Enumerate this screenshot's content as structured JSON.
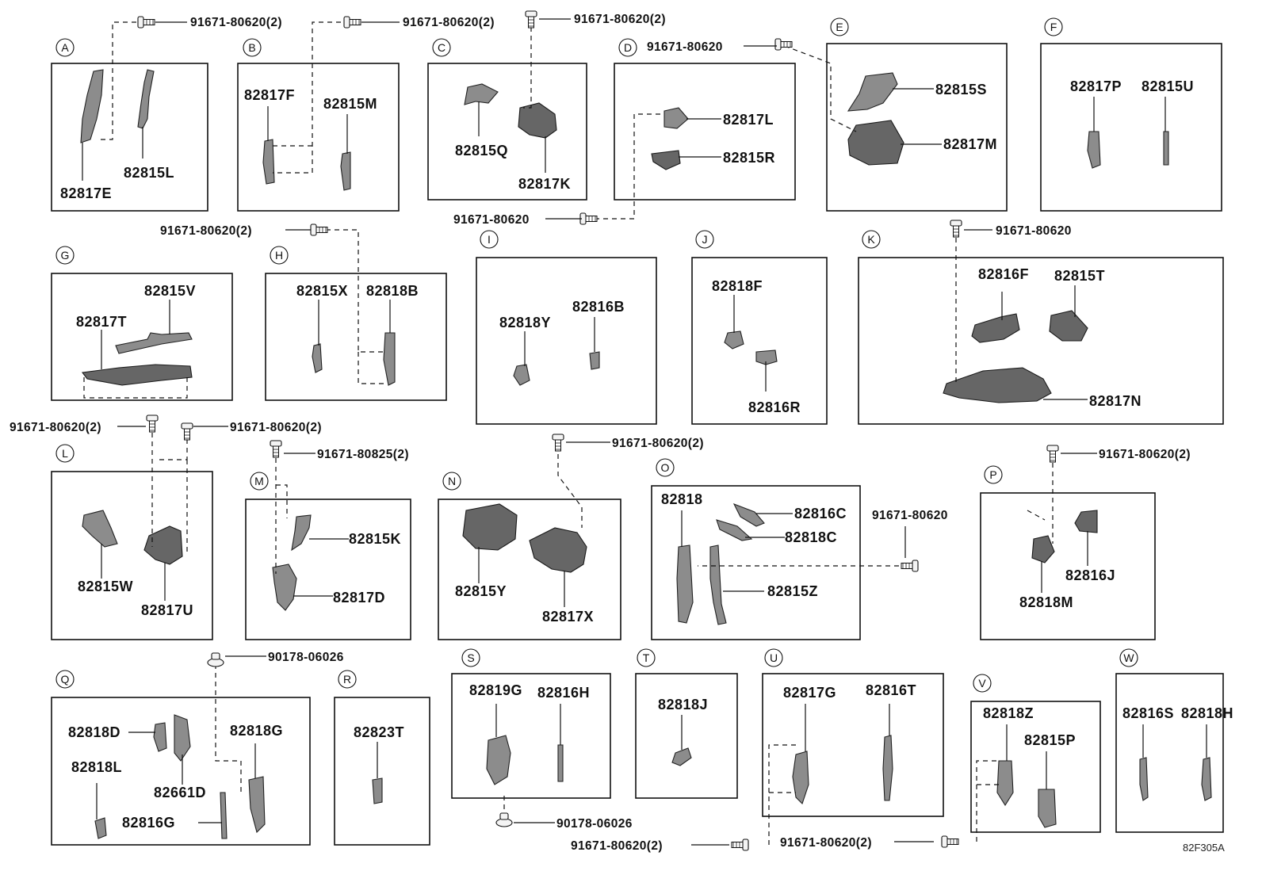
{
  "diagram_code": "82F305A",
  "sections": [
    {
      "id": "A",
      "letter": "A",
      "parts": [
        "82817E",
        "82815L"
      ]
    },
    {
      "id": "B",
      "letter": "B",
      "parts": [
        "82817F",
        "82815M"
      ]
    },
    {
      "id": "C",
      "letter": "C",
      "parts": [
        "82815Q",
        "82817K"
      ]
    },
    {
      "id": "D",
      "letter": "D",
      "parts": [
        "82817L",
        "82815R"
      ]
    },
    {
      "id": "E",
      "letter": "E",
      "parts": [
        "82815S",
        "82817M"
      ]
    },
    {
      "id": "F",
      "letter": "F",
      "parts": [
        "82817P",
        "82815U"
      ]
    },
    {
      "id": "G",
      "letter": "G",
      "parts": [
        "82815V",
        "82817T"
      ]
    },
    {
      "id": "H",
      "letter": "H",
      "parts": [
        "82815X",
        "82818B"
      ]
    },
    {
      "id": "I",
      "letter": "I",
      "parts": [
        "82818Y",
        "82816B"
      ]
    },
    {
      "id": "J",
      "letter": "J",
      "parts": [
        "82818F",
        "82816R"
      ]
    },
    {
      "id": "K",
      "letter": "K",
      "parts": [
        "82816F",
        "82815T",
        "82817N"
      ]
    },
    {
      "id": "L",
      "letter": "L",
      "parts": [
        "82815W",
        "82817U"
      ]
    },
    {
      "id": "M",
      "letter": "M",
      "parts": [
        "82815K",
        "82817D"
      ]
    },
    {
      "id": "N",
      "letter": "N",
      "parts": [
        "82815Y",
        "82817X"
      ]
    },
    {
      "id": "O",
      "letter": "O",
      "parts": [
        "82818",
        "82816C",
        "82818C",
        "82815Z"
      ]
    },
    {
      "id": "P",
      "letter": "P",
      "parts": [
        "82816J",
        "82818M"
      ]
    },
    {
      "id": "Q",
      "letter": "Q",
      "parts": [
        "82818D",
        "82818G",
        "82818L",
        "82661D",
        "82816G"
      ]
    },
    {
      "id": "R",
      "letter": "R",
      "parts": [
        "82823T"
      ]
    },
    {
      "id": "S",
      "letter": "S",
      "parts": [
        "82819G",
        "82816H"
      ]
    },
    {
      "id": "T",
      "letter": "T",
      "parts": [
        "82818J"
      ]
    },
    {
      "id": "U",
      "letter": "U",
      "parts": [
        "82817G",
        "82816T"
      ]
    },
    {
      "id": "V",
      "letter": "V",
      "parts": [
        "82818Z",
        "82815P"
      ]
    },
    {
      "id": "W",
      "letter": "W",
      "parts": [
        "82816S",
        "82818H"
      ]
    }
  ],
  "fasteners": [
    {
      "id": "f1",
      "label": "91671-80620(2)"
    },
    {
      "id": "f2",
      "label": "91671-80620(2)"
    },
    {
      "id": "f3",
      "label": "91671-80620(2)"
    },
    {
      "id": "f4",
      "label": "91671-80620"
    },
    {
      "id": "f5",
      "label": "91671-80620(2)"
    },
    {
      "id": "f6",
      "label": "91671-80620"
    },
    {
      "id": "f7",
      "label": "91671-80620"
    },
    {
      "id": "f8",
      "label": "91671-80620(2)"
    },
    {
      "id": "f9",
      "label": "91671-80620(2)"
    },
    {
      "id": "f10",
      "label": "91671-80825(2)"
    },
    {
      "id": "f11",
      "label": "91671-80620(2)"
    },
    {
      "id": "f12",
      "label": "91671-80620"
    },
    {
      "id": "f13",
      "label": "91671-80620(2)"
    },
    {
      "id": "f14",
      "label": "90178-06026"
    },
    {
      "id": "f15",
      "label": "90178-06026"
    },
    {
      "id": "f16",
      "label": "91671-80620(2)"
    },
    {
      "id": "f17",
      "label": "91671-80620(2)"
    }
  ]
}
